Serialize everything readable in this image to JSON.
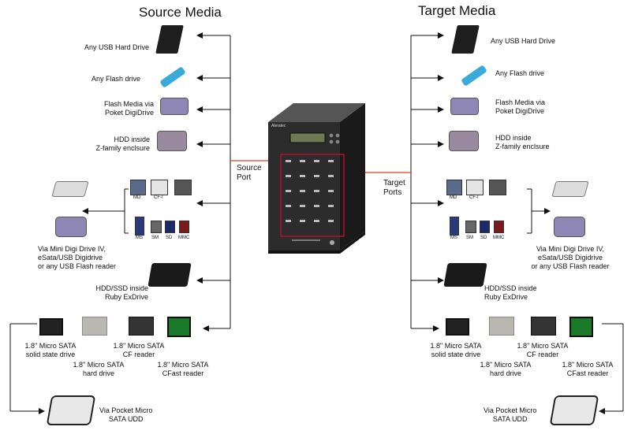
{
  "source": {
    "title": "Source Media",
    "usb_hdd": "Any USB Hard Drive",
    "flash": "Any Flash drive",
    "poket_1": "Flash Media via",
    "poket_2": "Poket DigiDrive",
    "zfam_1": "HDD inside",
    "zfam_2": "Z-family enclsure",
    "port_1": "Source",
    "port_2": "Port",
    "cards": {
      "md": "MD",
      "cfi": "CF-I",
      "ms": "MS",
      "sm": "SM",
      "sd": "SD",
      "mmc": "MMC"
    },
    "reader_1": "Via Mini  Digi Drive IV,",
    "reader_2": "eSata/USB Digidrive",
    "reader_3": "or any USB Flash reader",
    "ruby_1": "HDD/SSD inside",
    "ruby_2": "Ruby ExDrive",
    "ssd_1": "1.8\" Micro SATA",
    "ssd_2": "solid state drive",
    "hdd_1": "1.8\" Micro SATA",
    "hdd_2": "hard drive",
    "cf_1": "1.8\" Micro SATA",
    "cf_2": "CF reader",
    "cfast_1": "1.8\" Micro SATA",
    "cfast_2": "CFast reader",
    "udd_1": "Via Pocket Micro",
    "udd_2": "SATA UDD"
  },
  "target": {
    "title": "Target Media",
    "usb_hdd": "Any USB Hard Drive",
    "flash": "Any Flash drive",
    "poket_1": "Flash Media via",
    "poket_2": "Poket DigiDrive",
    "zfam_1": "HDD inside",
    "zfam_2": "Z-family enclsure",
    "port_1": "Target",
    "port_2": "Ports",
    "cards": {
      "md": "MD",
      "cfi": "CF-I",
      "ms": "MS",
      "sm": "SM",
      "sd": "SD",
      "mmc": "MMC"
    },
    "reader_1": "Via Mini  Digi Drive IV,",
    "reader_2": "eSata/USB Digidrive",
    "reader_3": "or any USB Flash reader",
    "ruby_1": "HDD/SSD inside",
    "ruby_2": "Ruby ExDrive",
    "ssd_1": "1.8\" Micro SATA",
    "ssd_2": "solid state drive",
    "hdd_1": "1.8\" Micro SATA",
    "hdd_2": "hard drive",
    "cf_1": "1.8\" Micro SATA",
    "cf_2": "CF reader",
    "cfast_1": "1.8\" Micro SATA",
    "cfast_2": "CFast reader",
    "udd_1": "Via Pocket Micro",
    "udd_2": "SATA UDD"
  },
  "duplicator": {
    "brand": "Aleratec"
  },
  "colors": {
    "connector": "#e0401a",
    "arrow": "#111111",
    "tower": "#2a2a2a",
    "red_frame": "#c8102e"
  }
}
